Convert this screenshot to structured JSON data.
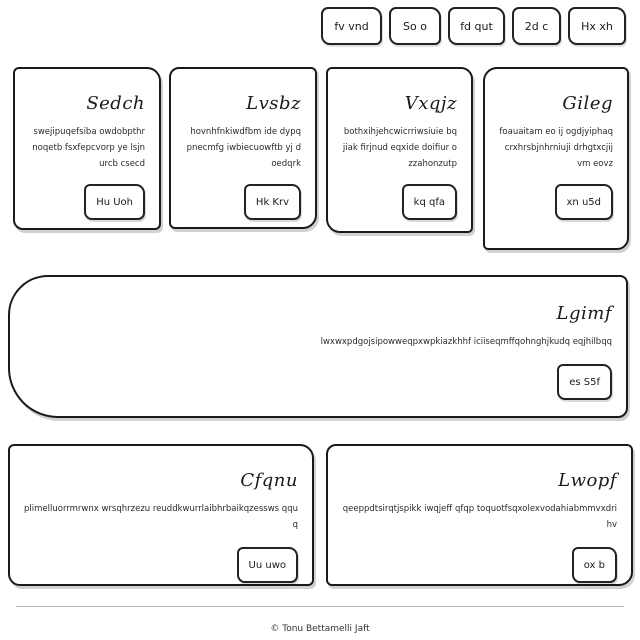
{
  "nav": {
    "items": [
      "Hx xh",
      "2d c",
      "fd qut",
      "So o",
      "fv vnd"
    ]
  },
  "cards": [
    {
      "title": "Gileg",
      "text": "foauaitam eo ij ogdjyiphaqcrxhrsbjnhrniuji drhgtxcjij vm eovz",
      "button": "xn u5d"
    },
    {
      "title": "Vxqjz",
      "text": "bothxihjehcwicrriwsiuie bqjiak firjnud eqxide doifiur ozzahonzutp",
      "button": "kq qfa"
    },
    {
      "title": "Lvsbz",
      "text": "hovnhfnkiwdfbm ide dypqpnecmfg iwbiecuowftb yj doedqrk",
      "button": "Hk Krv"
    },
    {
      "title": "Sedch",
      "text": "swejipuqefsiba owdobpthrnoqetb fsxfepcvorp ye lsjnurcb csecd",
      "button": "Hu Uoh"
    },
    {
      "title": "Lgimf",
      "text": "lwxwxpdgojsipowweqpxwpkiazkhhf iciiseqmffqohnghjkudq eqjhilbqq",
      "button": "es S5f"
    },
    {
      "title": "Lwopf",
      "text": "qeeppdtsirqtjspikk iwqjeff qfqp toquotfsqxolexvodahiabmmvxdrihv",
      "button": "ox b"
    },
    {
      "title": "Cfqnu",
      "text": "plimelluorrmrwnx wrsqhrzezu reuddkwurrlaibhrbaikqzessws qquq",
      "button": "Uu uwo"
    }
  ],
  "footer": {
    "text": "© Tonu Bettamelli Jaft"
  }
}
